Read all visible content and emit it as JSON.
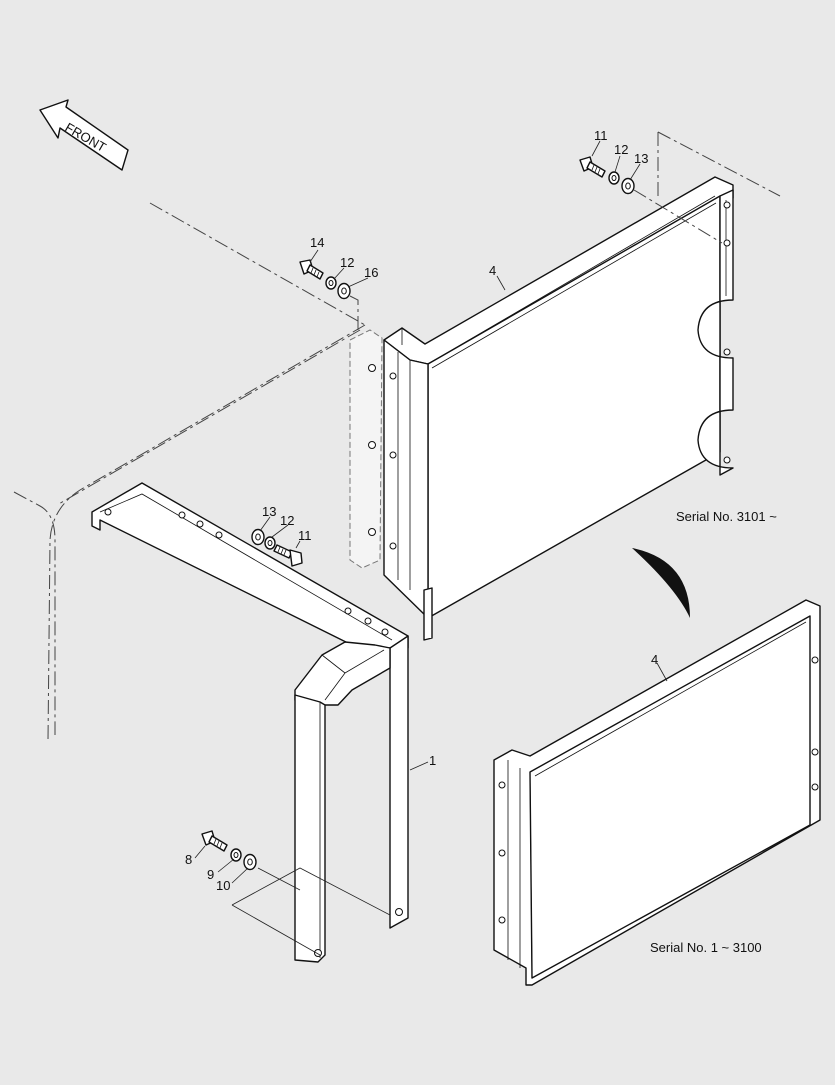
{
  "front_arrow": {
    "label": "FRONT"
  },
  "callouts": {
    "c1": "1",
    "c4_top": "4",
    "c4_bottom": "4",
    "c8": "8",
    "c9": "9",
    "c10": "10",
    "c11_top": "11",
    "c12_top": "12",
    "c13_top": "13",
    "c11_mid": "11",
    "c12_mid": "12",
    "c13_mid": "13",
    "c12_left": "12",
    "c14": "14",
    "c16": "16"
  },
  "serial_labels": {
    "new": "Serial No. 3101 ~",
    "old": "Serial No. 1 ~ 3100"
  },
  "colors": {
    "background": "#e9e9e9",
    "line": "#111111",
    "part_fill": "#ffffff"
  }
}
